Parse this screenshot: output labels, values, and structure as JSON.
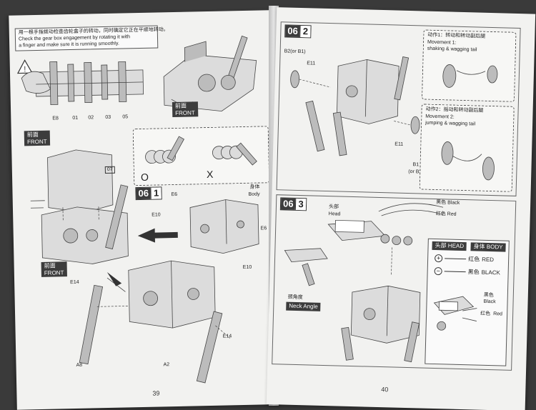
{
  "left_page": {
    "page_number": "39",
    "instructions": {
      "zh": "用一根手指拨动检查齿轮盒子的转动，同时确定它正在平顺地转动。",
      "en_line1": "Check the gear box engagement by rotating it with",
      "en_line2": "a finger and make sure it is running smoothly."
    },
    "gear_labels": [
      "E8",
      "01",
      "02",
      "03",
      "05"
    ],
    "front_label_zh": "前面",
    "front_label_en": "FRONT",
    "check_marks": [
      "O",
      "X"
    ],
    "part_07": "07",
    "step": {
      "a": "06",
      "b": "1"
    },
    "labels": {
      "e6_top": "E6",
      "e10_top": "E10",
      "body_zh": "身体",
      "body_en": "Body",
      "e6_right": "E6",
      "e10_right": "E10",
      "e14_left": "E14",
      "e14_right": "E14",
      "a8": "A8",
      "a2": "A2"
    }
  },
  "right_page": {
    "page_number": "40",
    "step_2": {
      "a": "06",
      "b": "2"
    },
    "step_3": {
      "a": "06",
      "b": "3"
    },
    "labels": {
      "b2_or_b1": "B2(or B1)",
      "e11_top": "E11",
      "e11_mid": "E11",
      "b1": "B1",
      "or_b2": "(or B2)",
      "head_zh": "头部",
      "head_en": "Head",
      "black_zh": "黑色",
      "black_en": "Black",
      "red_zh": "红色",
      "red_en": "Red",
      "neck_zh": "颈角度",
      "neck_en": "Neck Angle",
      "wire_black": "黑色",
      "wire_black_en": "Black",
      "wire_red": "红色",
      "wire_red_en": "Red"
    },
    "movement_1": {
      "zh": "动作1：转动和转动副后腿",
      "en1": "Movement 1:",
      "en2": "shaking & wagging tail"
    },
    "movement_2": {
      "zh": "动作2：摇动和转动副后腿",
      "en1": "Movement 2:",
      "en2": "jumping & wagging tail"
    },
    "legend": {
      "head_zh": "头部",
      "head_en": "HEAD",
      "body_zh": "身体",
      "body_en": "BODY",
      "red_zh": "红色",
      "red_en": "RED",
      "black_zh": "黑色",
      "black_en": "BLACK",
      "plus": "+",
      "minus": "−"
    }
  }
}
